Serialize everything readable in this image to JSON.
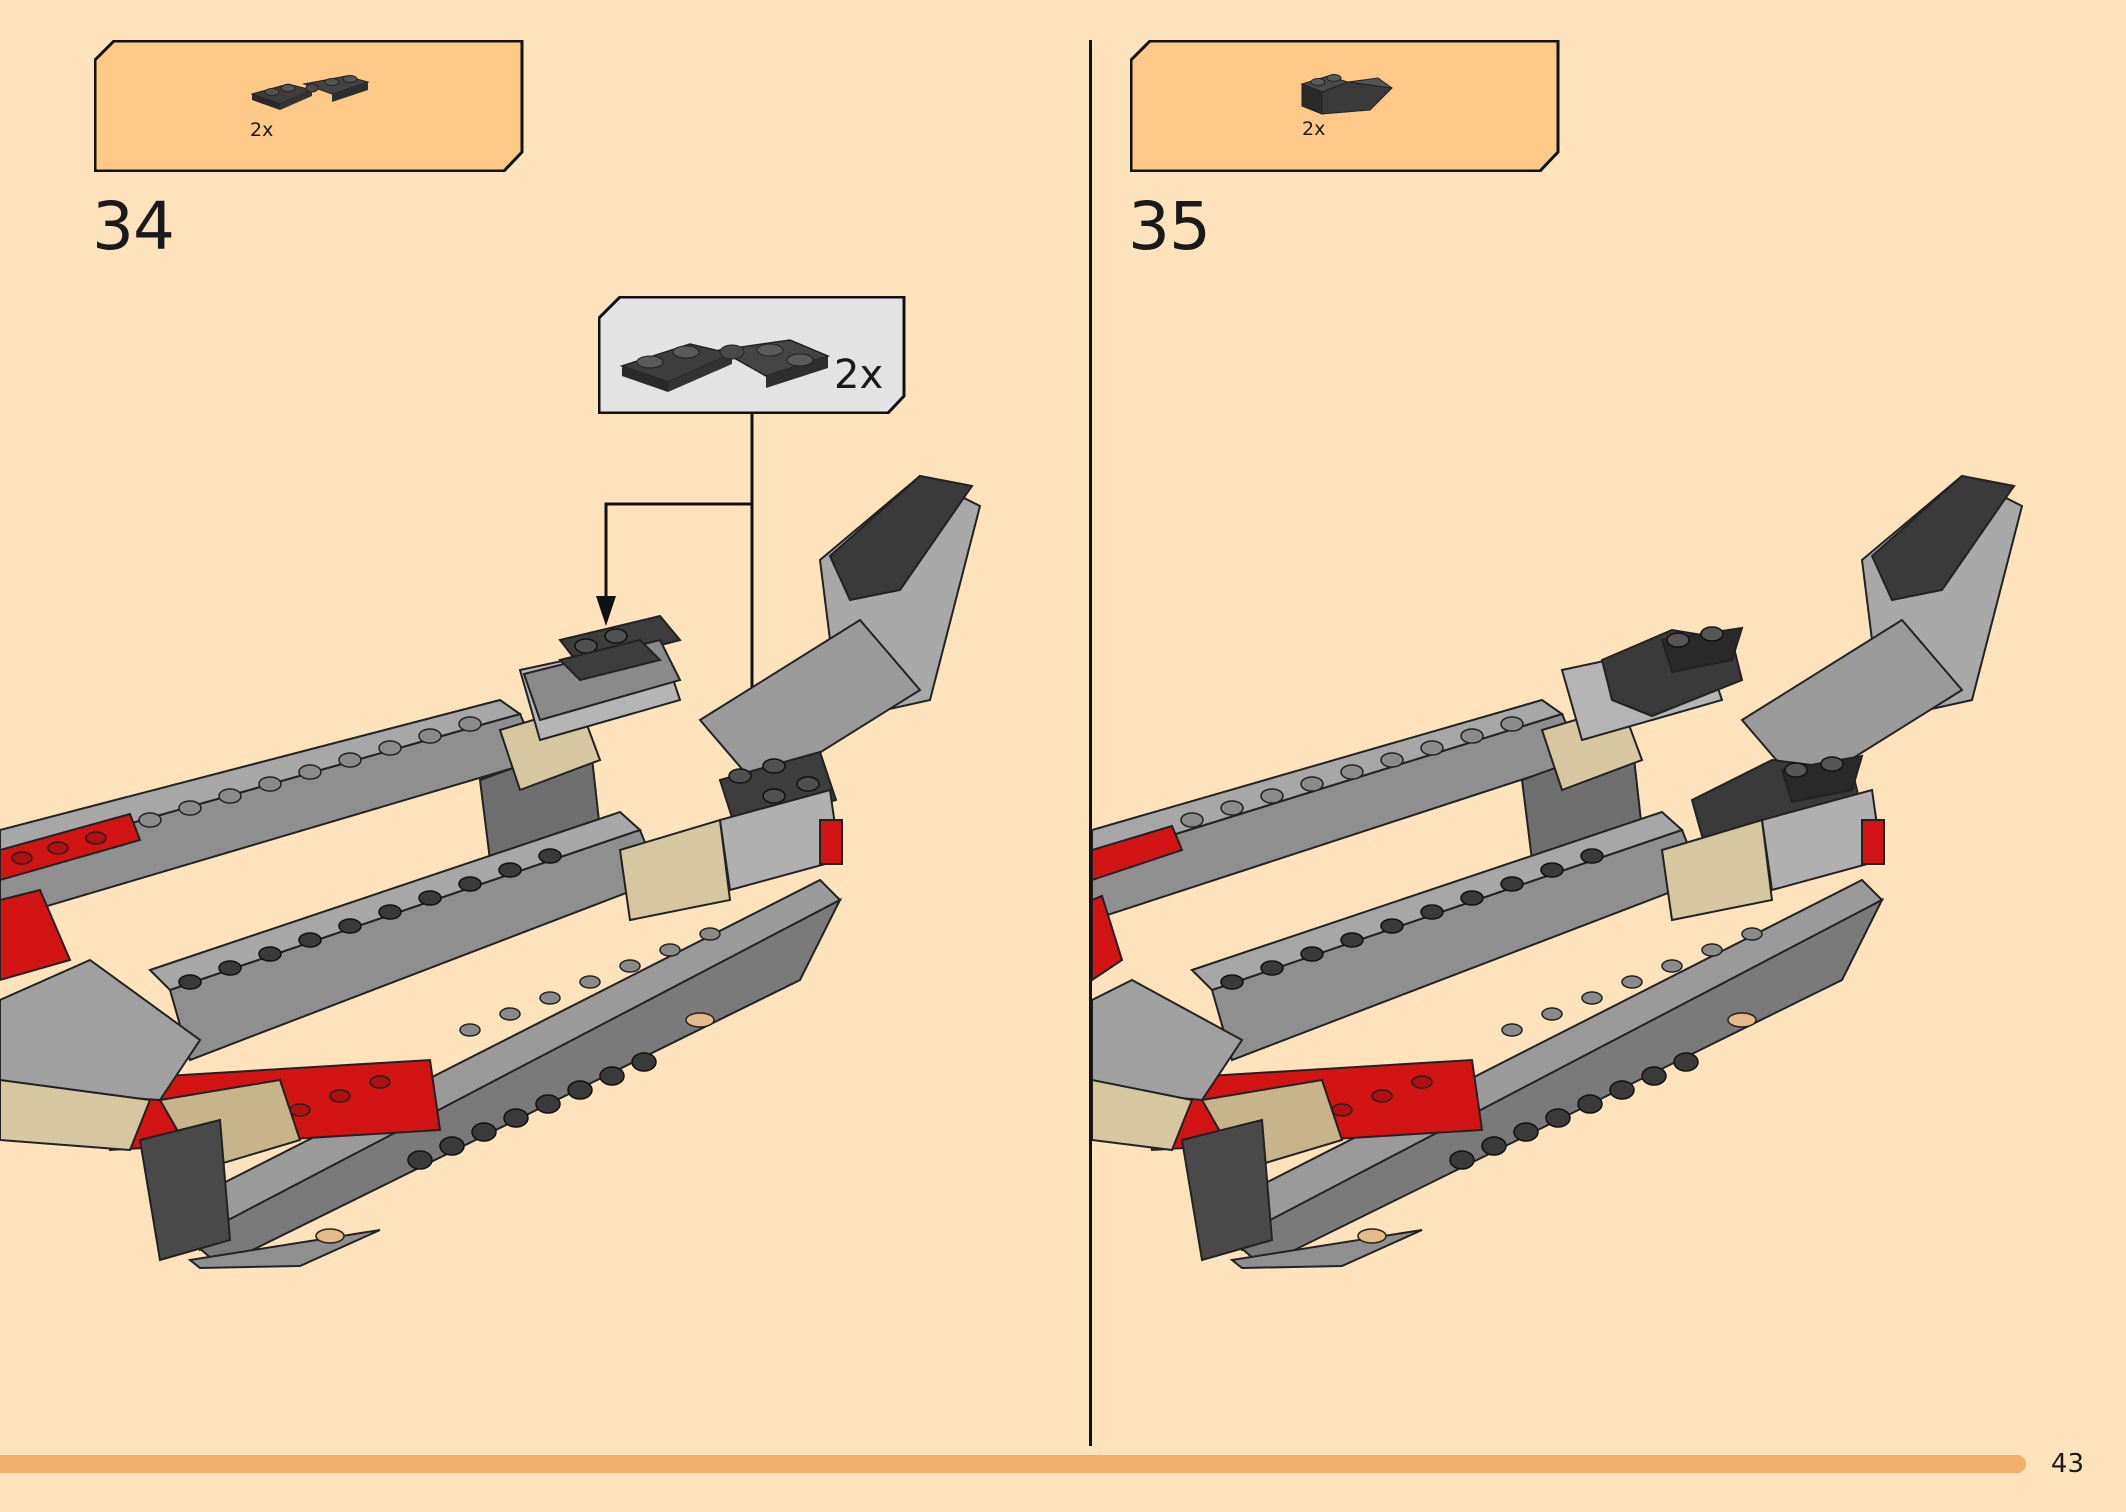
{
  "colors": {
    "page_background": "#FFE3BC",
    "parts_box_fill": "#FFC987",
    "callout_fill": "#E3E3E3",
    "footer_bar": "#F4AE6C",
    "brick_dark": "#3d3d3d",
    "brick_grey": "#9b9b9b",
    "brick_red": "#d21414",
    "brick_tan": "#c8b48a"
  },
  "steps": [
    {
      "number": "34",
      "parts": [
        {
          "name": "dark grey hinge plate",
          "quantity": "2x"
        }
      ],
      "callout": {
        "quantity": "2x"
      }
    },
    {
      "number": "35",
      "parts": [
        {
          "name": "dark grey slope brick",
          "quantity": "2x"
        }
      ]
    }
  ],
  "page_number": "43"
}
